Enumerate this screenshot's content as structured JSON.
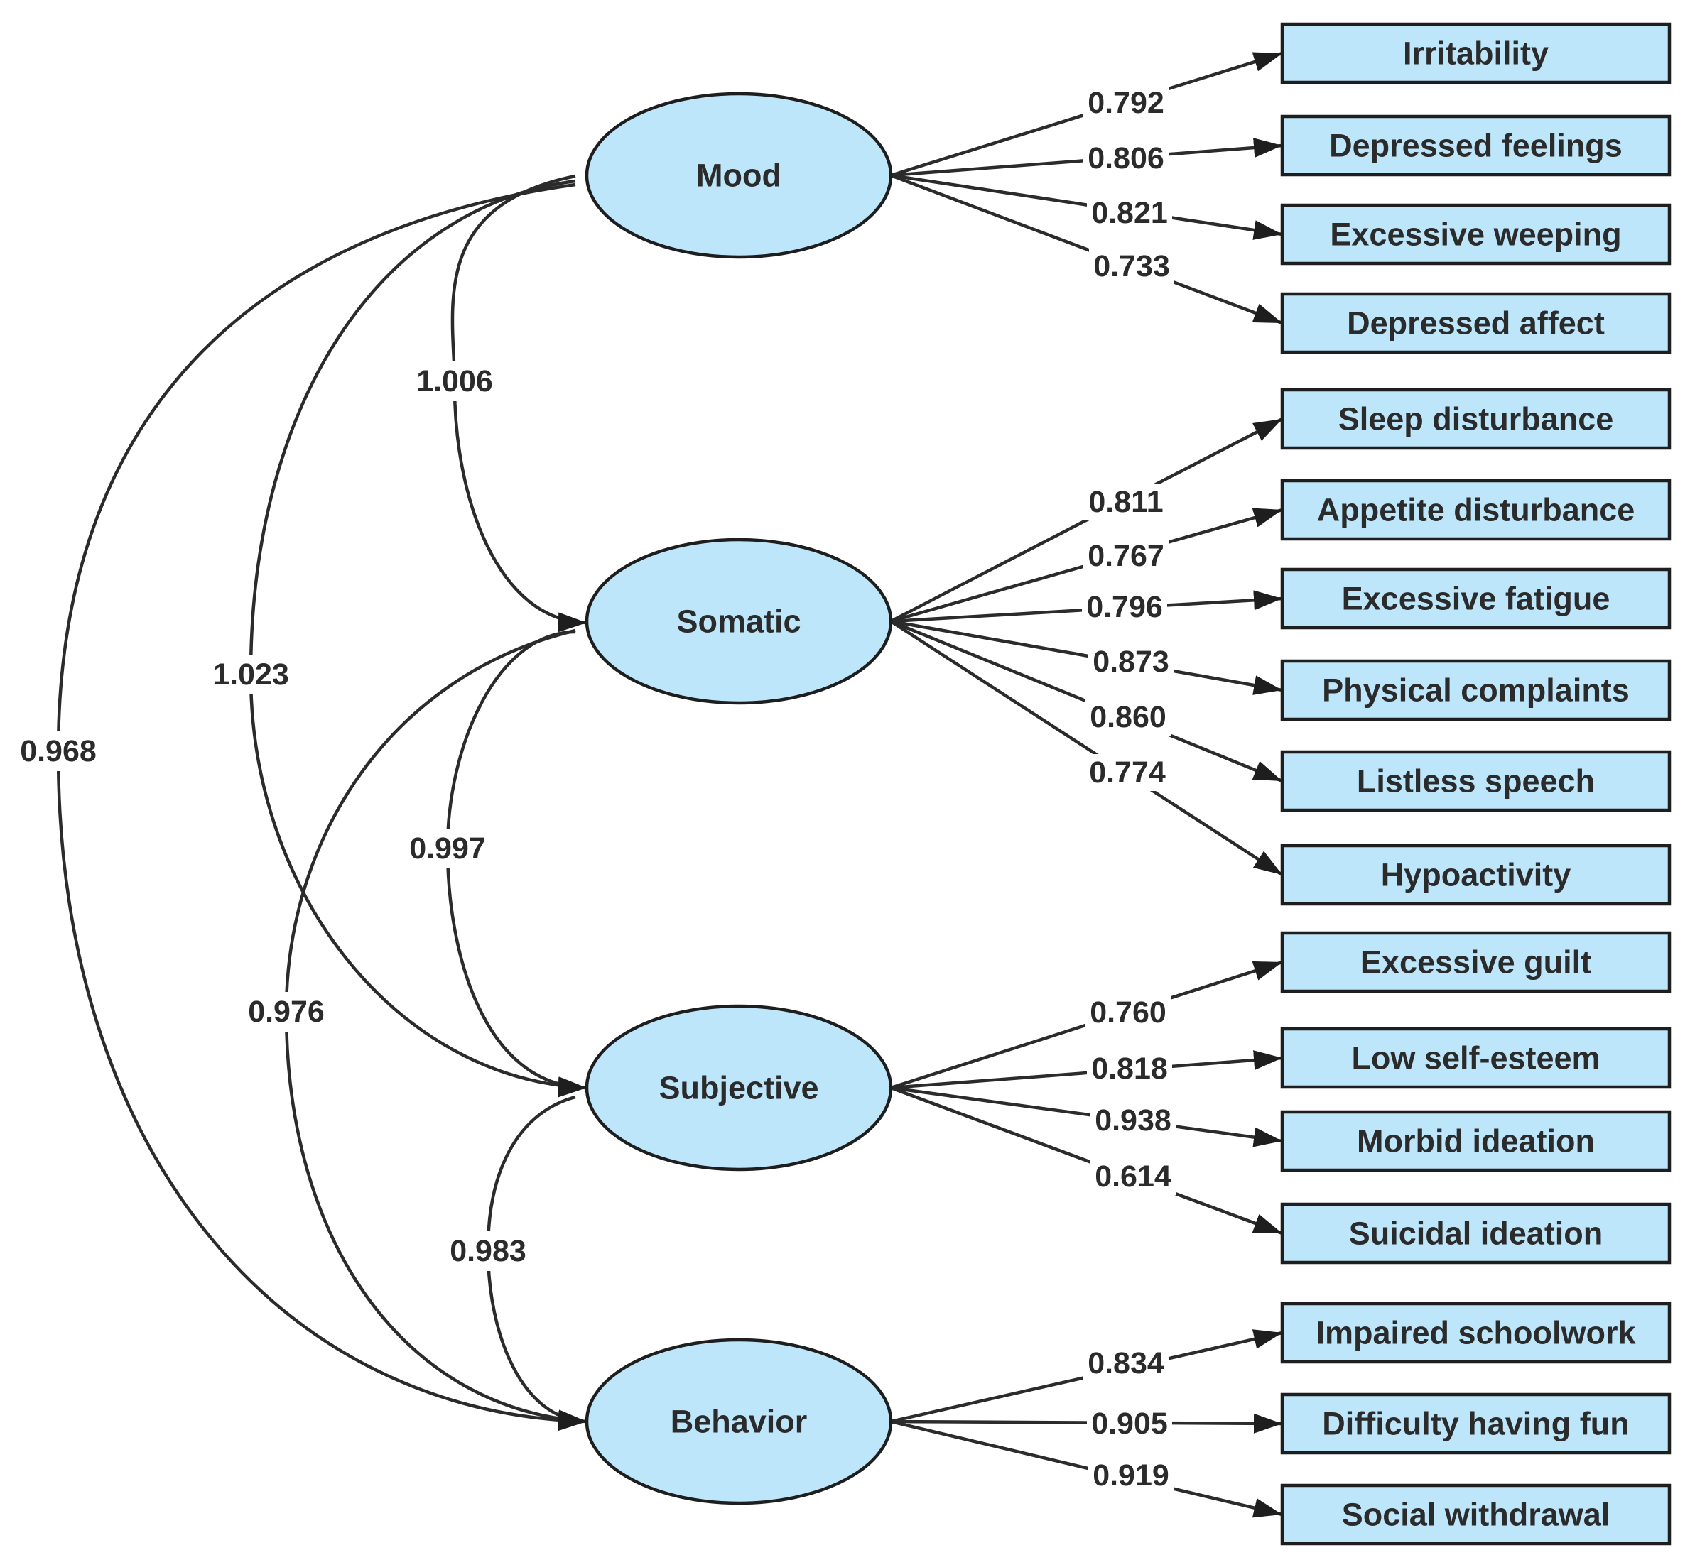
{
  "colors": {
    "node_fill": "#bde6fb",
    "stroke": "#1e1e1e",
    "text": "#2b2b2b",
    "background": "#ffffff"
  },
  "factors": [
    {
      "id": "mood",
      "label": "Mood"
    },
    {
      "id": "somatic",
      "label": "Somatic"
    },
    {
      "id": "subjective",
      "label": "Subjective"
    },
    {
      "id": "behavior",
      "label": "Behavior"
    }
  ],
  "indicators": [
    {
      "id": "irritability",
      "label": "Irritability",
      "factor": "mood",
      "loading": "0.792"
    },
    {
      "id": "depressed-feelings",
      "label": "Depressed feelings",
      "factor": "mood",
      "loading": "0.806"
    },
    {
      "id": "excessive-weeping",
      "label": "Excessive weeping",
      "factor": "mood",
      "loading": "0.821"
    },
    {
      "id": "depressed-affect",
      "label": "Depressed affect",
      "factor": "mood",
      "loading": "0.733"
    },
    {
      "id": "sleep-disturbance",
      "label": "Sleep disturbance",
      "factor": "somatic",
      "loading": "0.811"
    },
    {
      "id": "appetite-disturbance",
      "label": "Appetite disturbance",
      "factor": "somatic",
      "loading": "0.767"
    },
    {
      "id": "excessive-fatigue",
      "label": "Excessive fatigue",
      "factor": "somatic",
      "loading": "0.796"
    },
    {
      "id": "physical-complaints",
      "label": "Physical complaints",
      "factor": "somatic",
      "loading": "0.873"
    },
    {
      "id": "listless-speech",
      "label": "Listless speech",
      "factor": "somatic",
      "loading": "0.860"
    },
    {
      "id": "hypoactivity",
      "label": "Hypoactivity",
      "factor": "somatic",
      "loading": "0.774"
    },
    {
      "id": "excessive-guilt",
      "label": "Excessive guilt",
      "factor": "subjective",
      "loading": "0.760"
    },
    {
      "id": "low-self-esteem",
      "label": "Low self-esteem",
      "factor": "subjective",
      "loading": "0.818"
    },
    {
      "id": "morbid-ideation",
      "label": "Morbid ideation",
      "factor": "subjective",
      "loading": "0.938"
    },
    {
      "id": "suicidal-ideation",
      "label": "Suicidal ideation",
      "factor": "subjective",
      "loading": "0.614"
    },
    {
      "id": "impaired-schoolwork",
      "label": "Impaired schoolwork",
      "factor": "behavior",
      "loading": "0.834"
    },
    {
      "id": "difficulty-having-fun",
      "label": "Difficulty having fun",
      "factor": "behavior",
      "loading": "0.905"
    },
    {
      "id": "social-withdrawal",
      "label": "Social withdrawal",
      "factor": "behavior",
      "loading": "0.919"
    }
  ],
  "correlations": [
    {
      "from": "mood",
      "to": "somatic",
      "value": "1.006"
    },
    {
      "from": "somatic",
      "to": "subjective",
      "value": "0.997"
    },
    {
      "from": "subjective",
      "to": "behavior",
      "value": "0.983"
    },
    {
      "from": "mood",
      "to": "subjective",
      "value": "1.023"
    },
    {
      "from": "somatic",
      "to": "behavior",
      "value": "0.976"
    },
    {
      "from": "mood",
      "to": "behavior",
      "value": "0.968"
    }
  ]
}
